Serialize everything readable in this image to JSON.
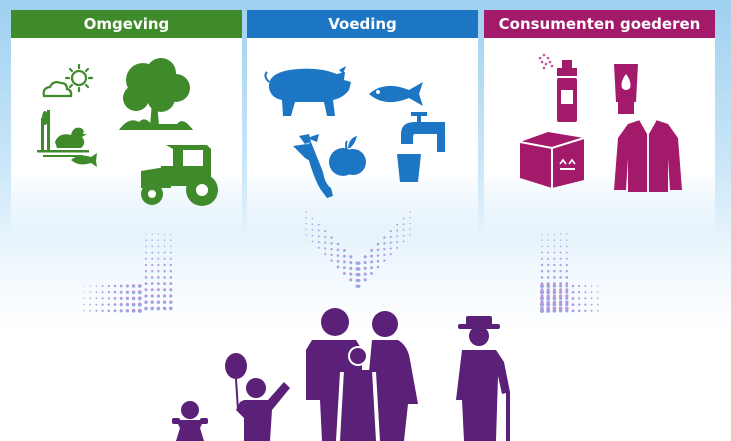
{
  "panels": [
    {
      "id": "omgeving",
      "title": "Omgeving",
      "color": "#3f8b2c",
      "icons": [
        "sun-cloud-icon",
        "tree-icon",
        "duck-in-reeds-icon",
        "fish-icon",
        "tractor-icon"
      ]
    },
    {
      "id": "voeding",
      "title": "Voeding",
      "color": "#1c76c4",
      "icons": [
        "pig-icon",
        "fish-icon",
        "vegetables-fruit-icon",
        "water-tap-icon"
      ]
    },
    {
      "id": "consumenten",
      "title": "Consumenten goederen",
      "color": "#a41a6b",
      "icons": [
        "spray-can-icon",
        "lotion-tube-icon",
        "cardboard-box-icon",
        "jacket-icon"
      ]
    }
  ],
  "family": {
    "color": "#5b2078",
    "members": [
      "baby-icon",
      "child-with-balloon-icon",
      "parents-with-child-icon",
      "elderly-man-with-cane-icon"
    ]
  },
  "flow": {
    "color_top": "#c97bc9",
    "color_bottom": "#7fb0e6"
  }
}
